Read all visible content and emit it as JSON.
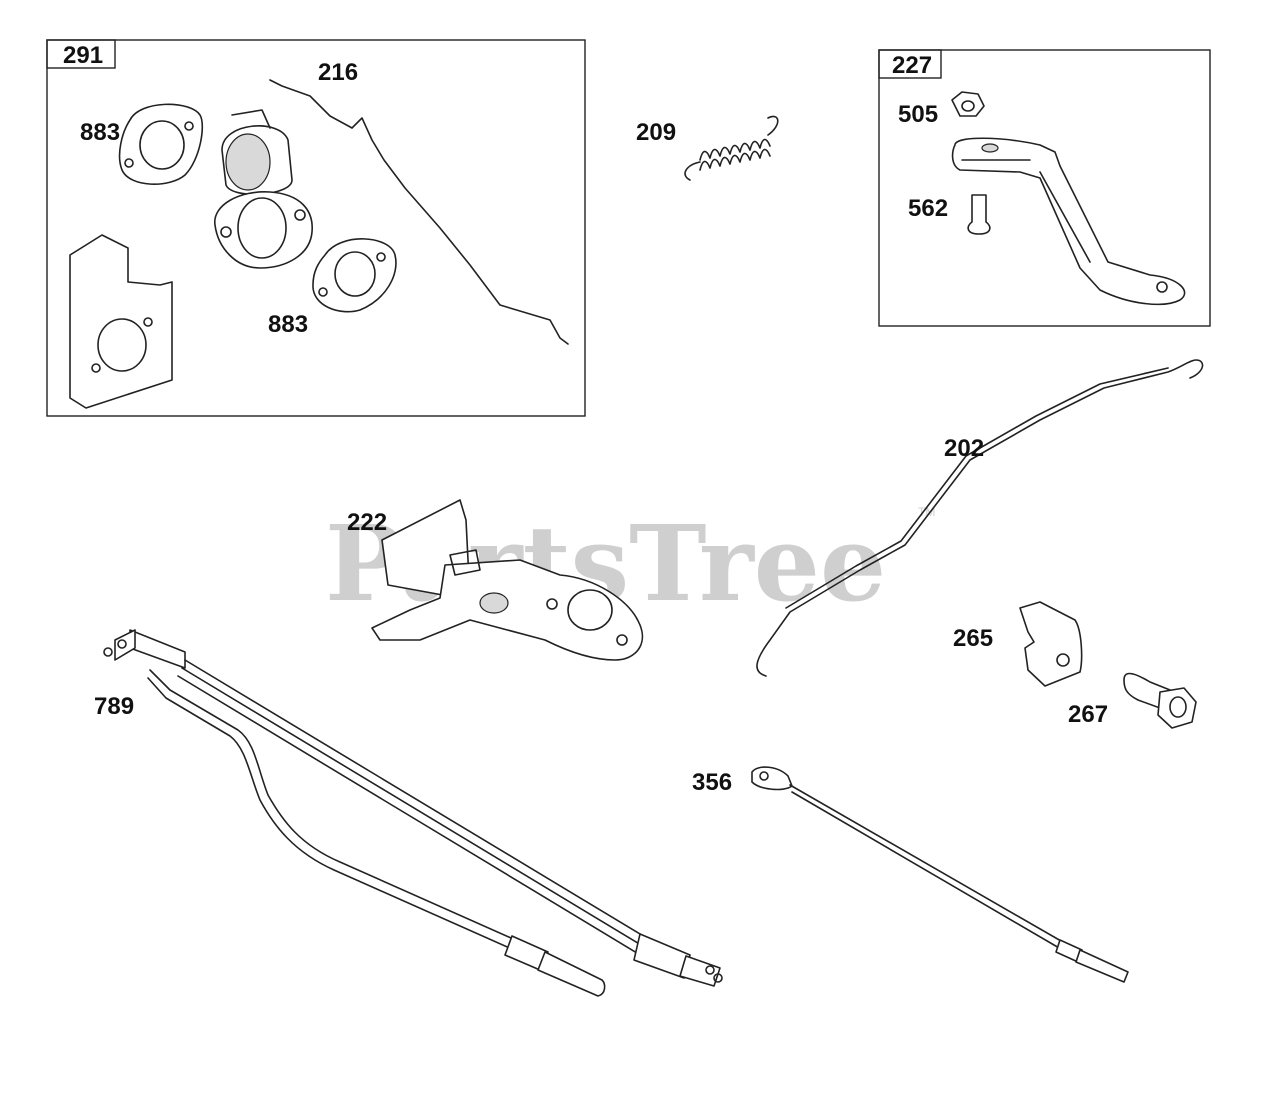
{
  "watermark": {
    "text": "PartsTree",
    "trademark": "TM"
  },
  "groups": [
    {
      "id": "291",
      "label": "291"
    },
    {
      "id": "227",
      "label": "227"
    }
  ],
  "parts": [
    {
      "id": "216",
      "label": "216"
    },
    {
      "id": "883a",
      "label": "883"
    },
    {
      "id": "883b",
      "label": "883"
    },
    {
      "id": "209",
      "label": "209"
    },
    {
      "id": "505",
      "label": "505"
    },
    {
      "id": "562",
      "label": "562"
    },
    {
      "id": "202",
      "label": "202"
    },
    {
      "id": "222",
      "label": "222"
    },
    {
      "id": "265",
      "label": "265"
    },
    {
      "id": "267",
      "label": "267"
    },
    {
      "id": "789",
      "label": "789"
    },
    {
      "id": "356",
      "label": "356"
    }
  ],
  "colors": {
    "line": "#222222",
    "watermark": "#cfcfcf",
    "background": "#ffffff"
  }
}
